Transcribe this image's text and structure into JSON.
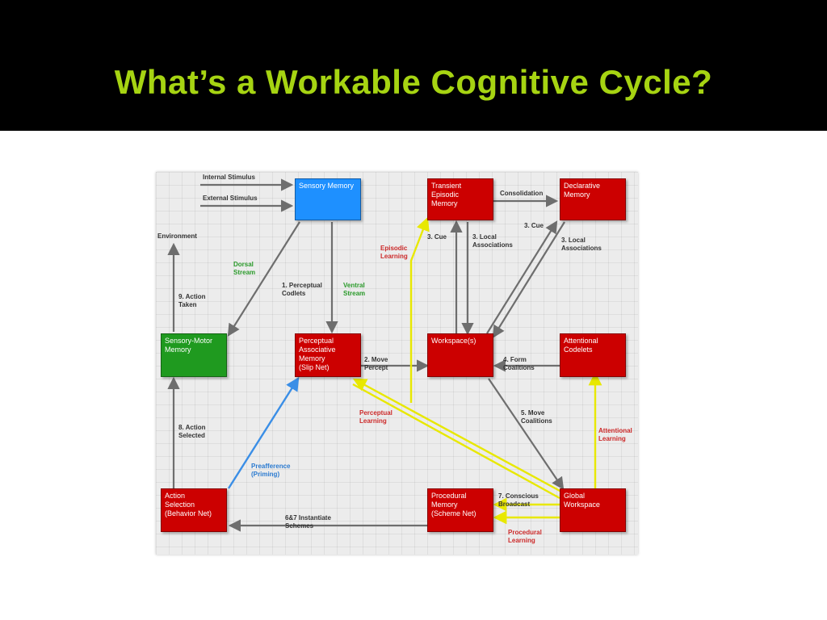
{
  "slide": {
    "title": "What’s a Workable Cognitive Cycle?",
    "title_color": "#a6d412",
    "background_color": "#000000"
  },
  "diagram": {
    "colors": {
      "module_red": "#cc0000",
      "sensory_blue": "#1e90ff",
      "sensory_motor_green": "#1f9a1f",
      "process_arrow": "#6e6e6e",
      "learning_arrow": "#f2f20a",
      "priming_arrow": "#3a8ee6",
      "green_text": "#2a9a2a",
      "red_text": "#cc2a2a",
      "blue_text": "#2a7ad0"
    },
    "modules": {
      "sensory_memory": "Sensory Memory",
      "transient_episodic": "Transient\nEpisodic\nMemory",
      "declarative_memory": "Declarative\nMemory",
      "sensory_motor_memory": "Sensory-Motor\nMemory",
      "perceptual_associative_memory": "Perceptual\nAssociative\nMemory\n(Slip Net)",
      "workspace": "Workspace(s)",
      "attentional_codelets": "Attentional\nCodelets",
      "action_selection": "Action\nSelection\n(Behavior Net)",
      "procedural_memory": "Procedural\nMemory\n(Scheme Net)",
      "global_workspace": "Global\nWorkspace"
    },
    "labels": {
      "internal_stimulus": "Internal Stimulus",
      "external_stimulus": "External Stimulus",
      "environment": "Environment",
      "action_taken": "9. Action\nTaken",
      "dorsal_stream": "Dorsal\nStream",
      "perceptual_codelets": "1. Perceptual\nCodlets",
      "ventral_stream": "Ventral\nStream",
      "consolidation": "Consolidation",
      "episodic_learning": "Episodic\nLearning",
      "cue_3": "3. Cue",
      "local_associations_3": "3. Local\nAssociations",
      "cue_3b": "3. Cue",
      "local_associations_3b": "3. Local\nAssociations",
      "move_percept": "2. Move\nPercept",
      "form_coalitions": "4. Form\nCoalitions",
      "move_coalitions": "5. Move\nCoalitions",
      "perceptual_learning": "Perceptual\nLearning",
      "attentional_learning": "Attentional\nLearning",
      "action_selected": "8. Action\nSelected",
      "preafference": "Preafference\n(Priming)",
      "instantiate_schemes": "6&7 Instantiate\nSchemes",
      "conscious_broadcast": "7. Conscious\nBroadcast",
      "procedural_learning": "Procedural\nLearning"
    }
  }
}
